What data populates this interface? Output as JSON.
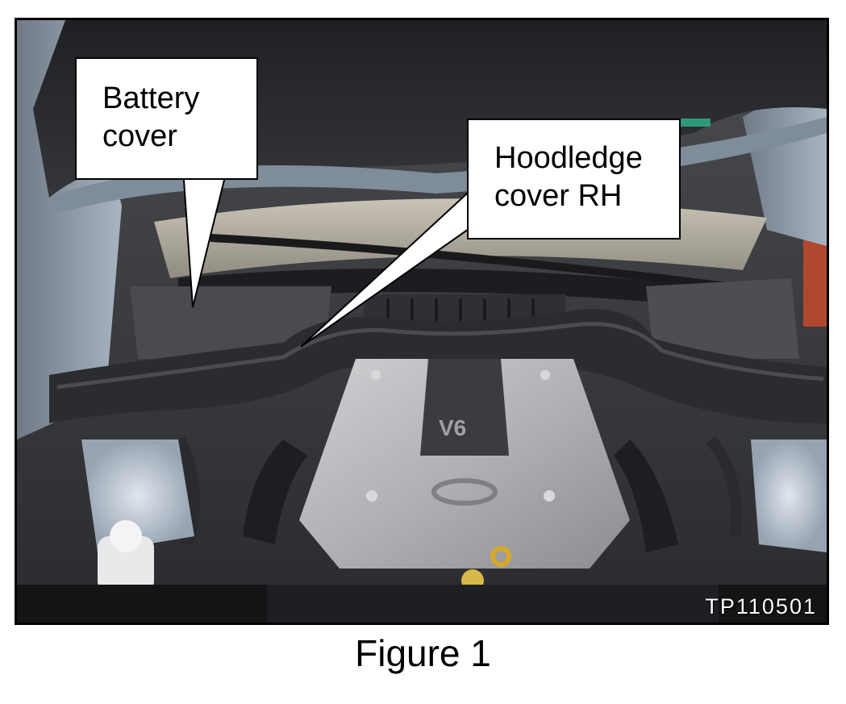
{
  "figure": {
    "caption": "Figure 1",
    "image_code": "TP110501",
    "callouts": {
      "battery_cover": {
        "line1": "Battery",
        "line2": "cover"
      },
      "hoodledge_cover": {
        "line1": "Hoodledge",
        "line2": "cover RH"
      }
    },
    "photo_subject": "engine-bay-icon"
  },
  "colors": {
    "frame_border": "#000000",
    "callout_fill": "#ffffff",
    "engine_cover": "#b8b9bb",
    "hood_underside": "#2b2c30",
    "seal_strip": "#2a2b2e"
  }
}
